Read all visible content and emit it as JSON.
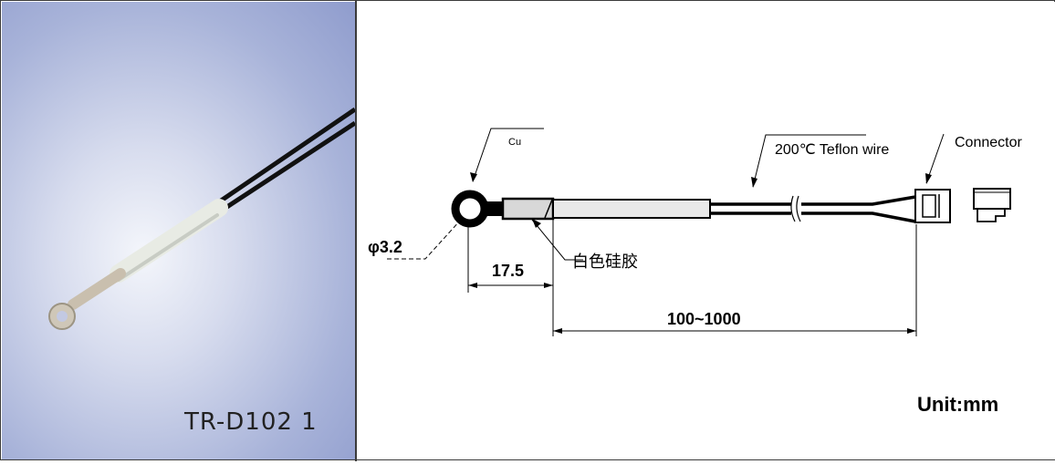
{
  "photo": {
    "model_label": "TR-D102 1"
  },
  "drawing": {
    "material_label": "Cu",
    "hole_diameter_label": "φ3.2",
    "sleeve_length_label": "17.5",
    "sleeve_material_label": "白色硅胶",
    "wire_label": "200℃ Teflon wire",
    "connector_label": "Connector",
    "cable_length_label": "100~1000",
    "unit_label": "Unit:mm"
  },
  "colors": {
    "photo_background": "#9aa6d3",
    "border": "#3a3a3a",
    "ink": "#000000"
  }
}
